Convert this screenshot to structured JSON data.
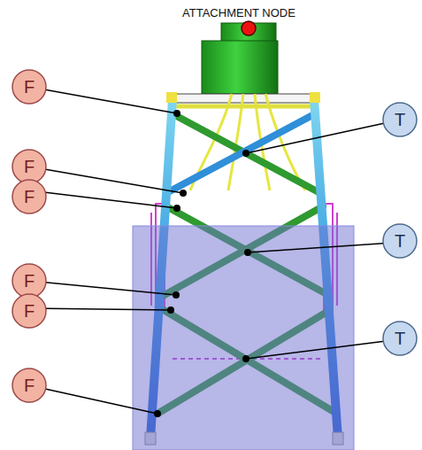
{
  "diagram": {
    "nodes": [
      {
        "text": [
          "F"
        ]
      },
      {
        "text": [
          "T"
        ]
      },
      {
        "text": [
          "F"
        ]
      },
      {
        "text": [
          "F"
        ]
      },
      {
        "text": [
          "T"
        ]
      },
      {
        "text": [
          "F"
        ]
      },
      {
        "text": [
          "F"
        ]
      },
      {
        "text": [
          "T"
        ]
      },
      {
        "text": [
          "F"
        ]
      }
    ],
    "labels": [
      "ATTACHMENT NODE"
    ]
  }
}
